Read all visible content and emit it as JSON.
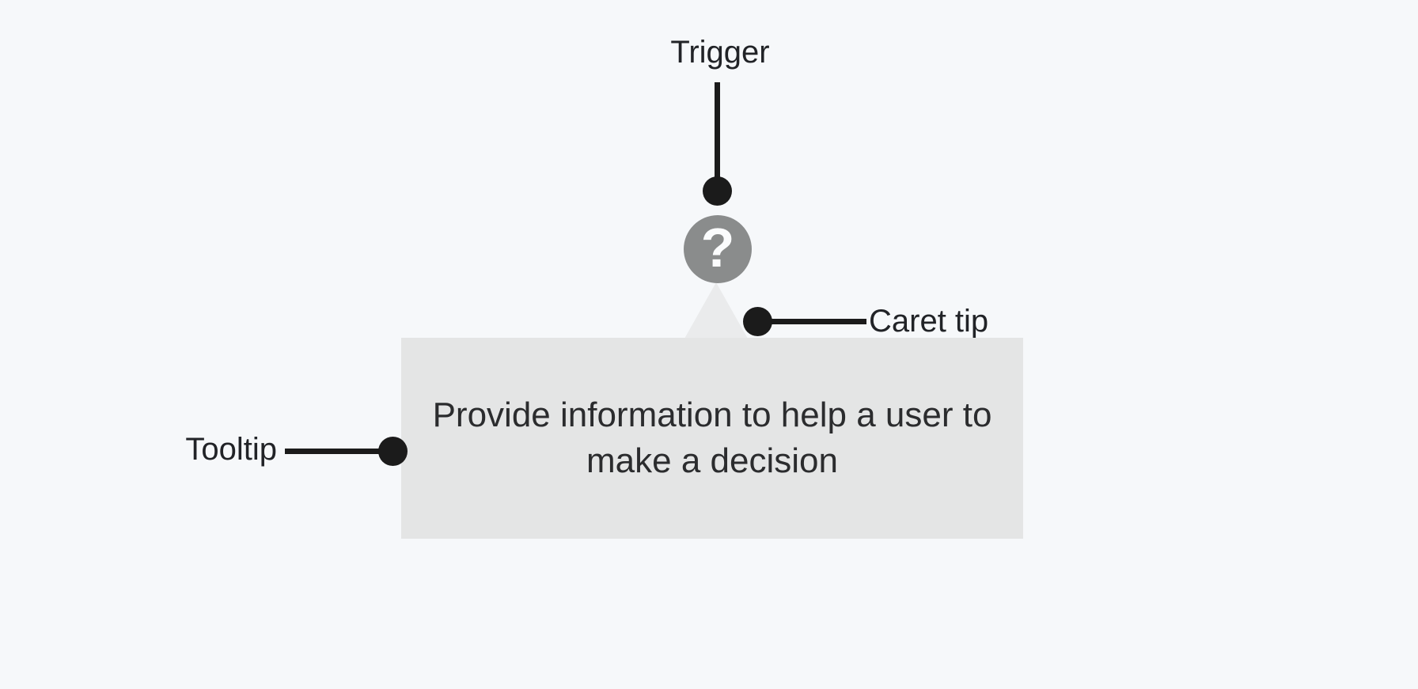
{
  "annotations": {
    "trigger": {
      "label": "Trigger"
    },
    "caret_tip": {
      "label": "Caret tip"
    },
    "tooltip": {
      "label": "Tooltip"
    }
  },
  "component": {
    "trigger_glyph": "?",
    "body_text": "Provide information to help a user to\nmake a decision"
  },
  "colors": {
    "background": "#f6f8fa",
    "annotation_ink": "#1b1b1b",
    "label_text": "#212327",
    "trigger_circle": "#8a8c8c",
    "trigger_glyph": "#fbfcfd",
    "tooltip_surface": "#e4e5e5",
    "tooltip_caret": "#eaebec",
    "tooltip_text": "#2b2c2e"
  }
}
